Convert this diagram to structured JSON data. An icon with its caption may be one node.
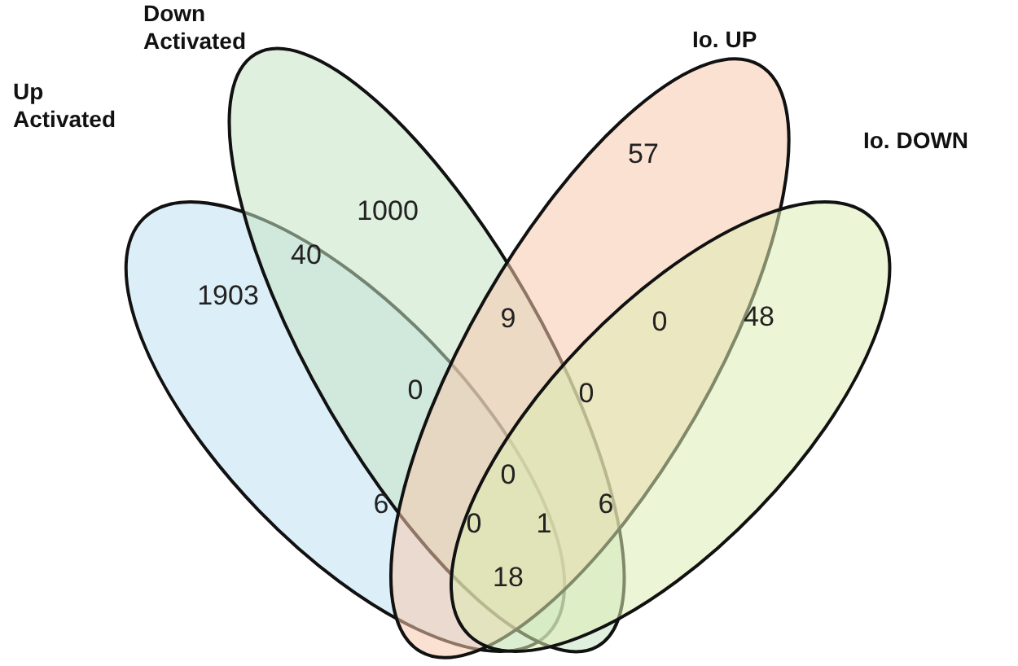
{
  "diagram": {
    "nodes": [
      {
        "text": [
          "Up Activated"
        ]
      },
      {
        "text": [
          "Down Activated"
        ]
      },
      {
        "text": [
          "Io. UP"
        ]
      },
      {
        "text": [
          "Io. DOWN"
        ]
      }
    ],
    "edges": [],
    "labels": [
      "1000",
      "57",
      "40",
      "9",
      "0",
      "48",
      "1903",
      "0",
      "0",
      "0",
      "6",
      "6",
      "0",
      "1",
      "18"
    ]
  }
}
